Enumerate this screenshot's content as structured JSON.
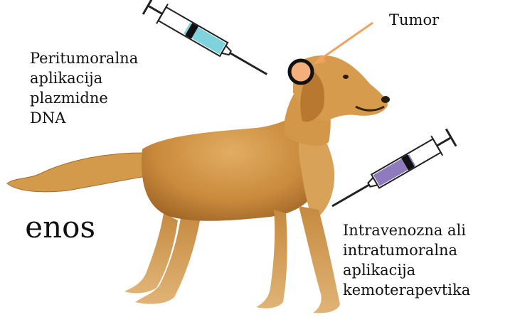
{
  "labels": {
    "tumor": "Tumor",
    "peritumoral": [
      "Peritumoralna",
      "aplikacija",
      "plazmidne",
      "DNA"
    ],
    "intravenous": [
      "Intravenozna ali",
      "intratumoralna",
      "aplikacija",
      "kemoterapevtika"
    ],
    "partial_word": "enos"
  },
  "colors": {
    "syringe_top_liquid": "#7fd3dd",
    "syringe_bottom_liquid": "#8e7bbd",
    "tumor_fill": "#f4b07c",
    "arrow": "#f0a35e",
    "dog_body": "#c98a3c"
  }
}
